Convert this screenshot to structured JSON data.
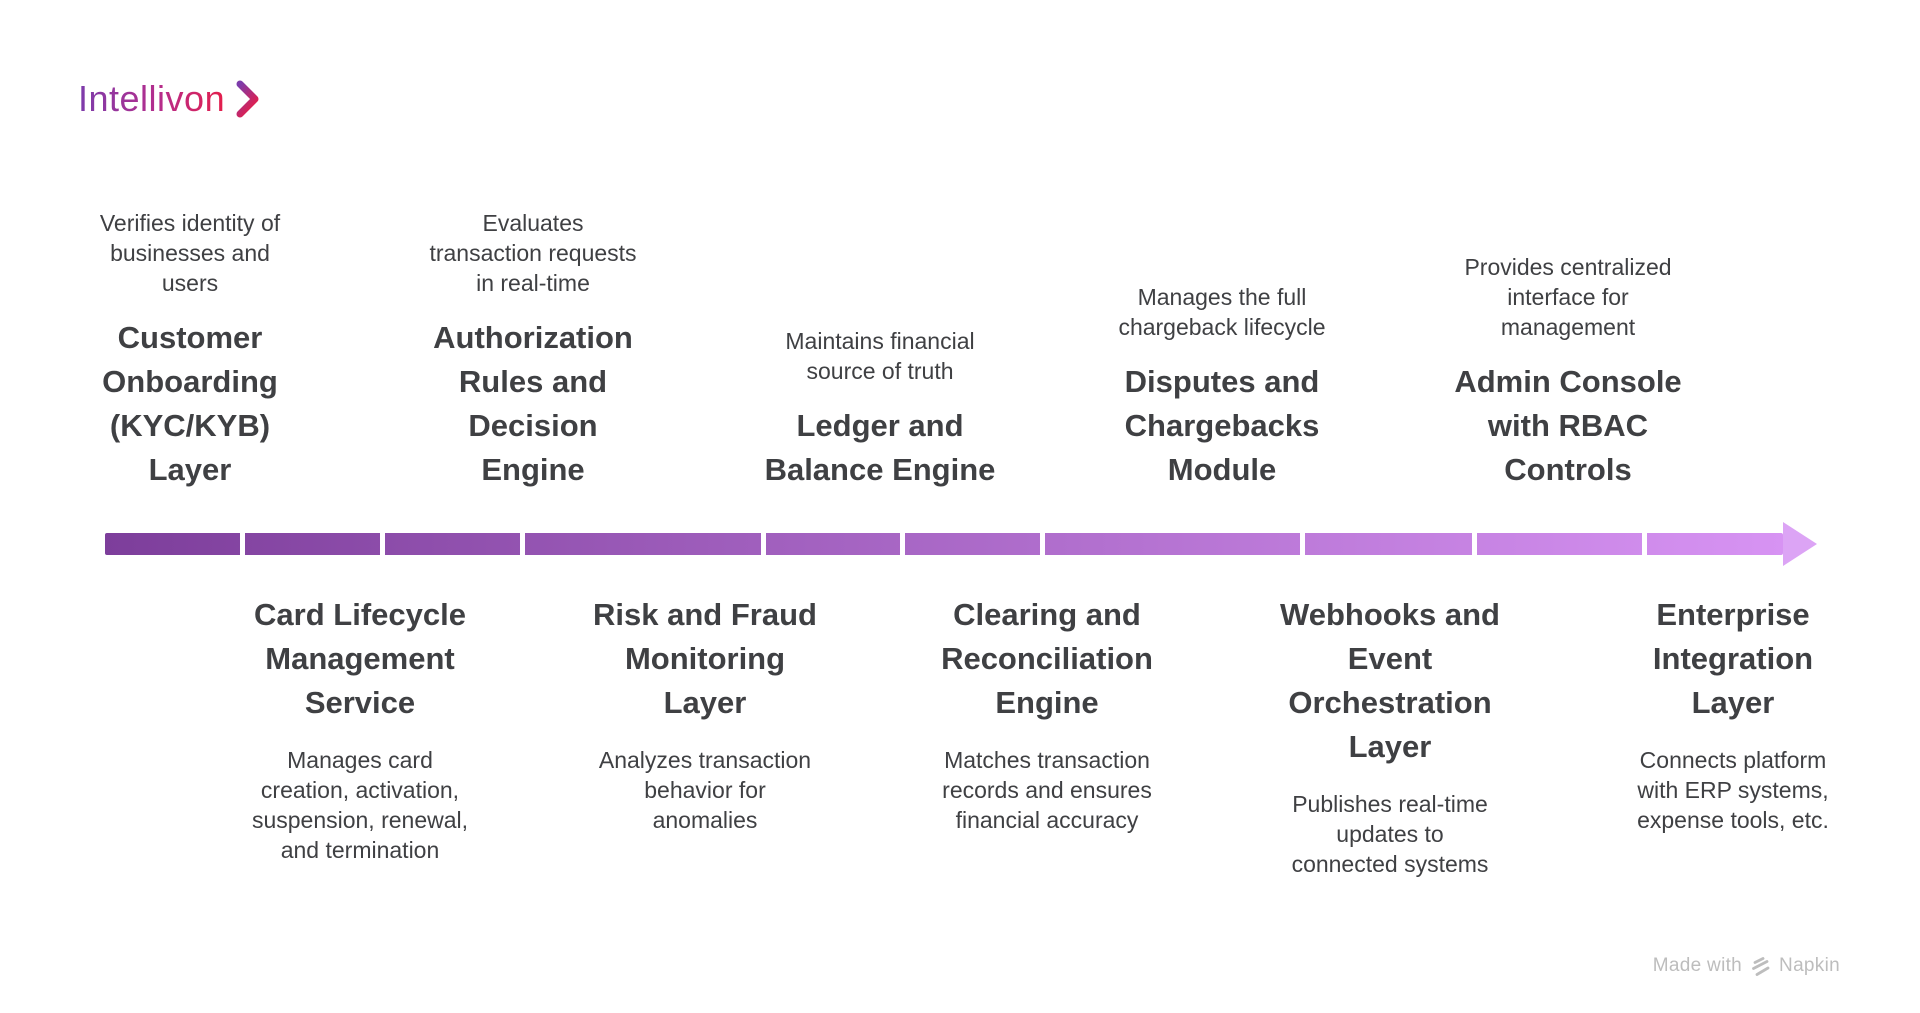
{
  "logo": {
    "text": "Intellivon"
  },
  "top_items": [
    {
      "description": "Verifies identity of\nbusinesses and\nusers",
      "title": "Customer\nOnboarding\n(KYC/KYB)\nLayer"
    },
    {
      "description": "Evaluates\ntransaction requests\nin real-time",
      "title": "Authorization\nRules and\nDecision\nEngine"
    },
    {
      "description": "Maintains financial\nsource of truth",
      "title": "Ledger and\nBalance Engine"
    },
    {
      "description": "Manages the full\nchargeback lifecycle",
      "title": "Disputes and\nChargebacks\nModule"
    },
    {
      "description": "Provides centralized\ninterface for\nmanagement",
      "title": "Admin Console\nwith RBAC\nControls"
    }
  ],
  "bottom_items": [
    {
      "title": "Card Lifecycle\nManagement\nService",
      "description": "Manages card\ncreation, activation,\nsuspension, renewal,\nand termination"
    },
    {
      "title": "Risk and Fraud\nMonitoring\nLayer",
      "description": "Analyzes transaction\nbehavior for\nanomalies"
    },
    {
      "title": "Clearing and\nReconciliation\nEngine",
      "description": "Matches transaction\nrecords and ensures\nfinancial accuracy"
    },
    {
      "title": "Webhooks and\nEvent\nOrchestration\nLayer",
      "description": "Publishes real-time\nupdates to\nconnected systems"
    },
    {
      "title": "Enterprise\nIntegration\nLayer",
      "description": "Connects platform\nwith ERP systems,\nexpense tools, etc."
    }
  ],
  "watermark": {
    "prefix": "Made with",
    "brand": "Napkin"
  },
  "colors": {
    "text": "#3f4043",
    "arrow_gradient_start": "#7d3e9b",
    "arrow_gradient_end": "#d793f3",
    "arrowhead": "#dca4f5",
    "logo_gradient_start": "#7c3cab",
    "logo_gradient_mid": "#b52d8c",
    "logo_gradient_end": "#e41e4b",
    "watermark": "#bdbdbd"
  }
}
